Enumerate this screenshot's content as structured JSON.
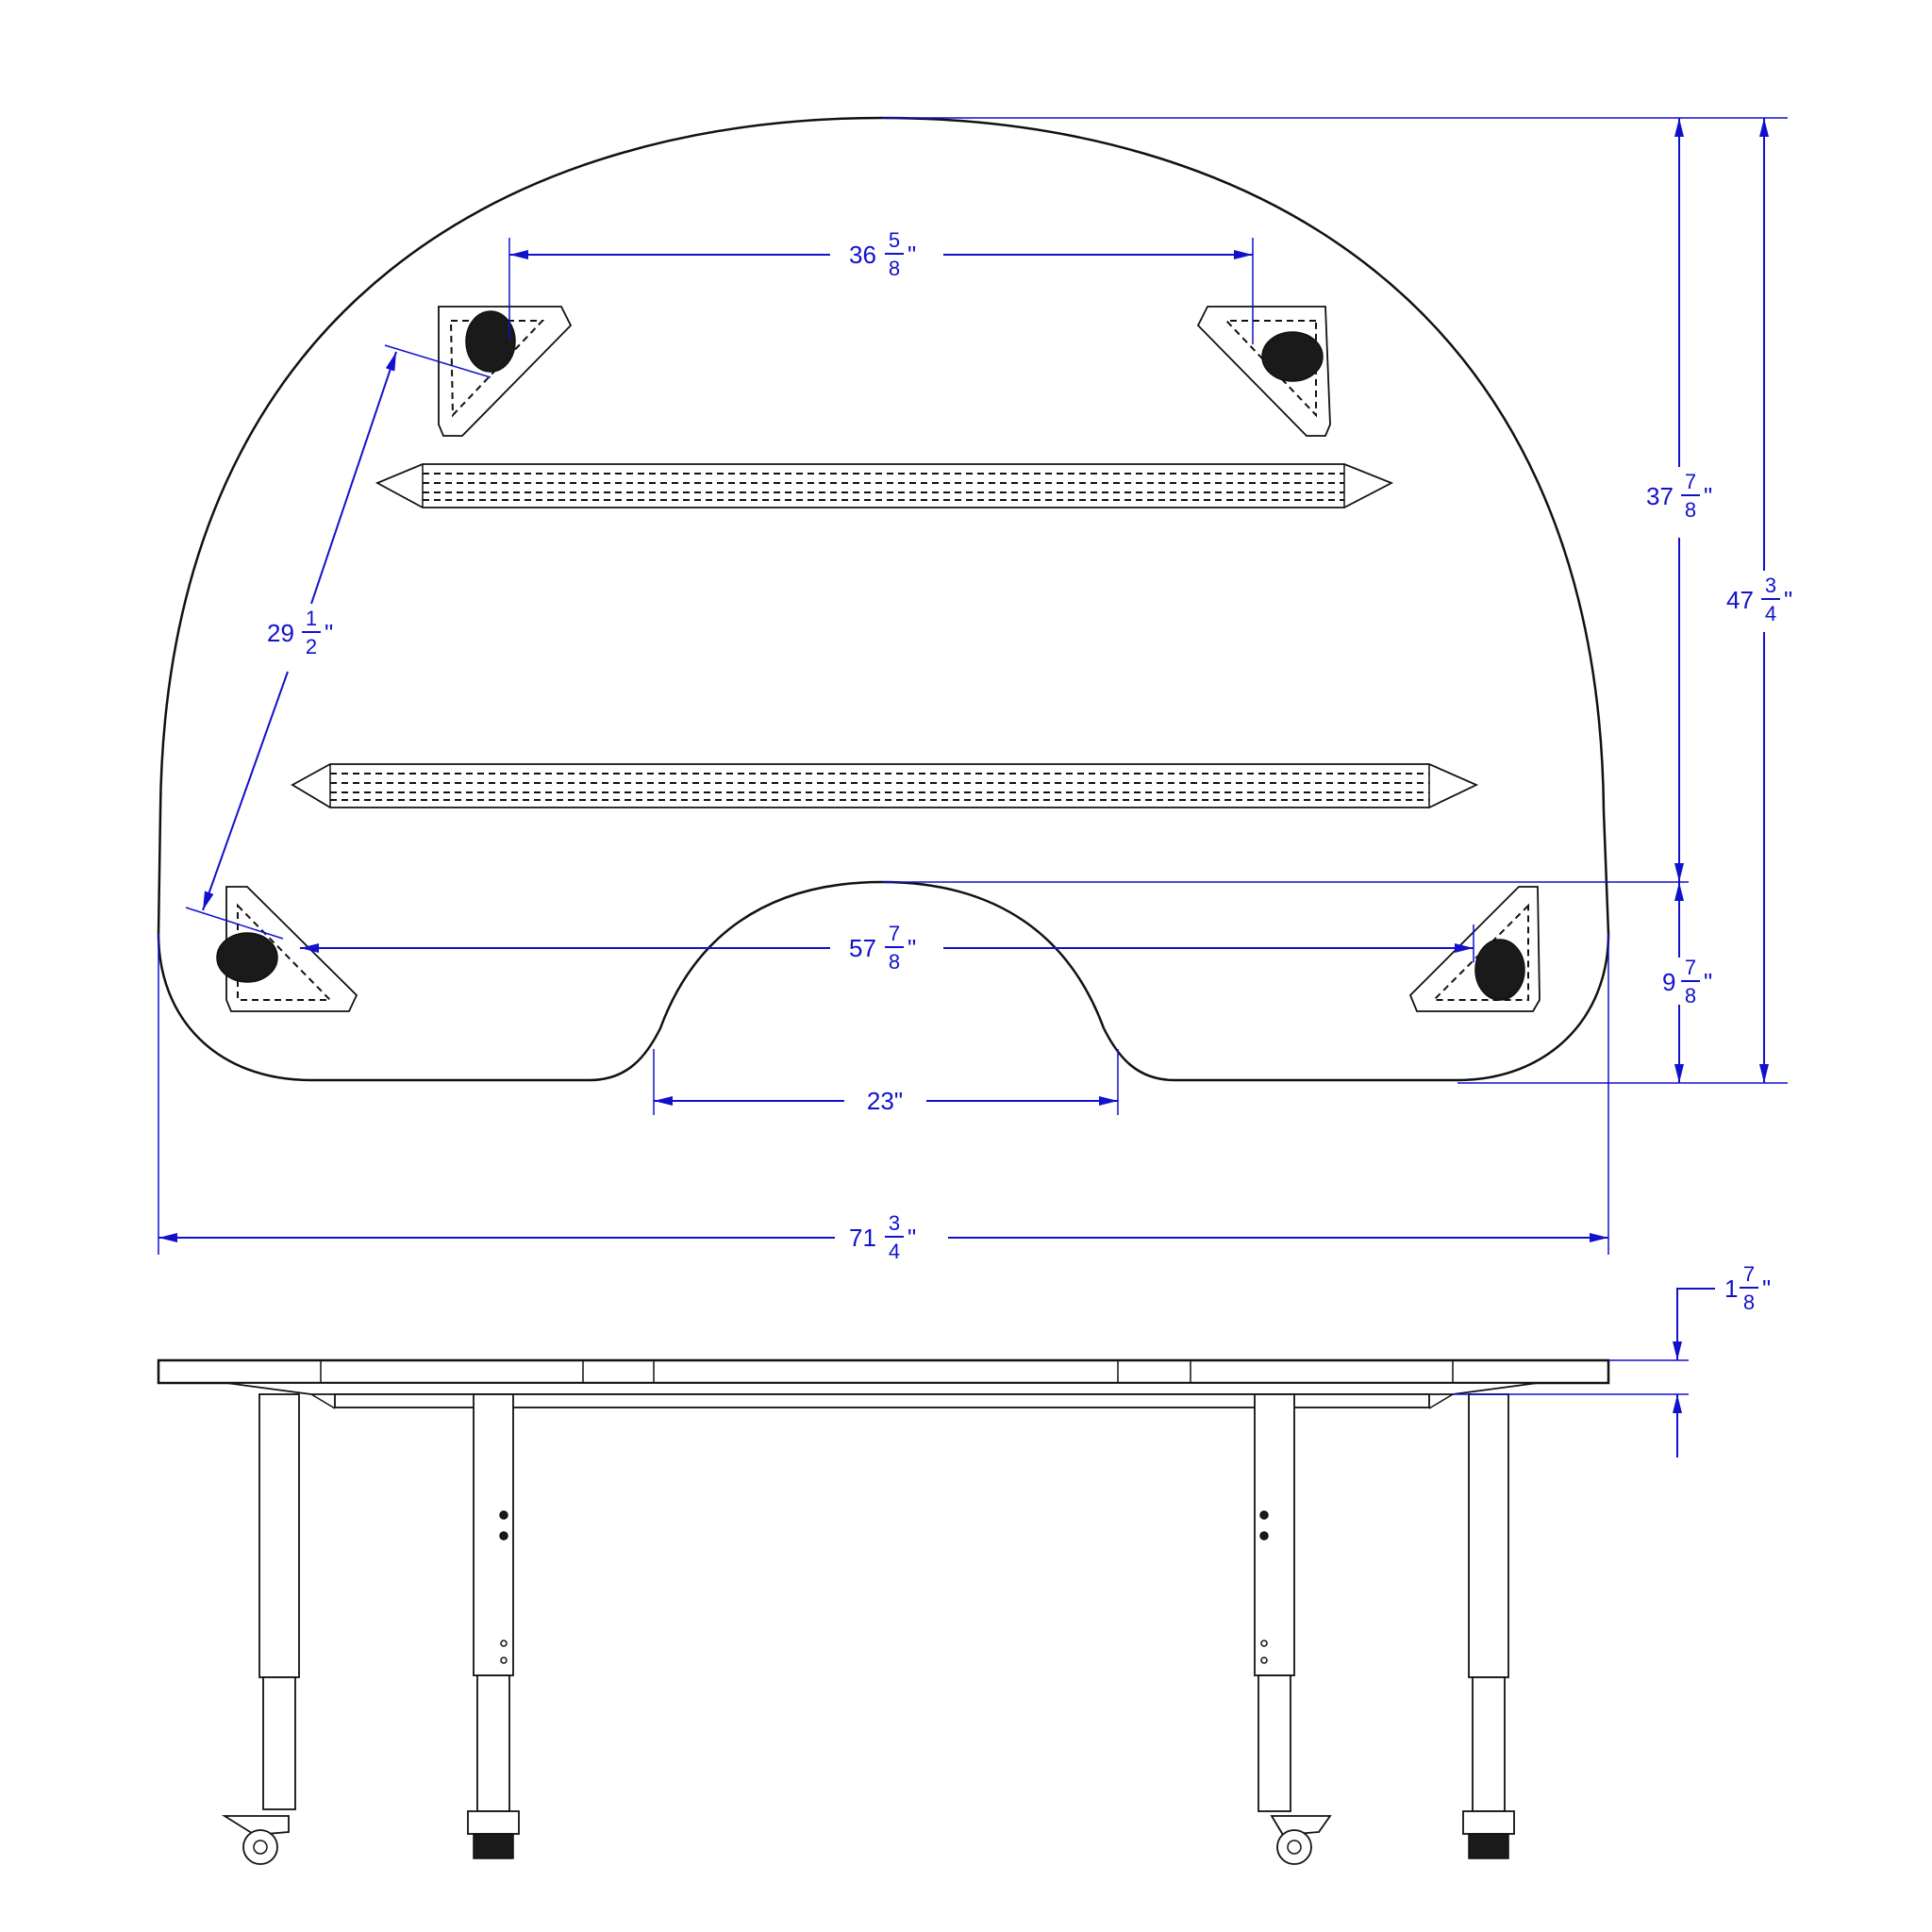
{
  "colors": {
    "dimension": "#1111cc",
    "outline": "#111111",
    "background": "#ffffff"
  },
  "dimensions": {
    "caster_spacing_top": {
      "whole": "36",
      "num": "5",
      "den": "8",
      "unit": "\""
    },
    "diagonal_caster": {
      "whole": "29",
      "num": "1",
      "den": "2",
      "unit": "\""
    },
    "caster_spacing_bottom": {
      "whole": "57",
      "num": "7",
      "den": "8",
      "unit": "\""
    },
    "cutout_width": {
      "text": "23\""
    },
    "overall_width": {
      "whole": "71",
      "num": "3",
      "den": "4",
      "unit": "\""
    },
    "top_to_cutout": {
      "whole": "37",
      "num": "7",
      "den": "8",
      "unit": "\""
    },
    "cutout_depth": {
      "whole": "9",
      "num": "7",
      "den": "8",
      "unit": "\""
    },
    "overall_depth": {
      "whole": "47",
      "num": "3",
      "den": "4",
      "unit": "\""
    },
    "top_thickness": {
      "whole": "1",
      "num": "7",
      "den": "8",
      "unit": "\""
    }
  }
}
